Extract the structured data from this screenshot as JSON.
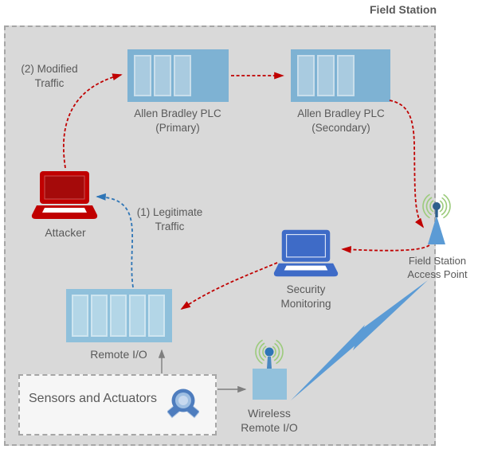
{
  "title": "Field Station",
  "annotations": {
    "modified_traffic": "(2) Modified Traffic",
    "legitimate_traffic": "(1) Legitimate Traffic"
  },
  "nodes": {
    "plc_primary": {
      "label": "Allen Bradley PLC",
      "sublabel": "(Primary)"
    },
    "plc_secondary": {
      "label": "Allen Bradley PLC",
      "sublabel": "(Secondary)"
    },
    "attacker": {
      "label": "Attacker"
    },
    "security_monitoring": {
      "label": "Security Monitoring"
    },
    "remote_io": {
      "label": "Remote I/O"
    },
    "sensors_actuators": {
      "label": "Sensors and Actuators"
    },
    "wireless_remote_io": {
      "label": "Wireless Remote I/O"
    },
    "access_point": {
      "label": "Field Station Access Point"
    }
  },
  "connections": [
    {
      "id": "attacker-to-plc-primary",
      "from": "attacker",
      "to": "plc_primary",
      "style": "dashed",
      "color": "#C00000",
      "label": "(2) Modified Traffic"
    },
    {
      "id": "plc-primary-to-plc-secondary",
      "from": "plc_primary",
      "to": "plc_secondary",
      "style": "dashed",
      "color": "#C00000"
    },
    {
      "id": "plc-secondary-to-access-point",
      "from": "plc_secondary",
      "to": "access_point",
      "style": "dashed",
      "color": "#C00000"
    },
    {
      "id": "access-point-to-security-monitoring",
      "from": "access_point",
      "to": "security_monitoring",
      "style": "dashed",
      "color": "#C00000"
    },
    {
      "id": "security-monitoring-to-remote-io",
      "from": "security_monitoring",
      "to": "remote_io",
      "style": "dashed",
      "color": "#C00000"
    },
    {
      "id": "remote-io-to-attacker",
      "from": "remote_io",
      "to": "attacker",
      "style": "dashed",
      "color": "#2E75B6",
      "label": "(1) Legitimate Traffic"
    },
    {
      "id": "sensors-to-remote-io",
      "from": "sensors_actuators",
      "to": "remote_io",
      "style": "solid",
      "color": "#7F7F7F"
    },
    {
      "id": "sensors-to-wireless-remote-io",
      "from": "sensors_actuators",
      "to": "wireless_remote_io",
      "style": "solid",
      "color": "#7F7F7F"
    },
    {
      "id": "wireless-remote-io-to-access-point",
      "from": "wireless_remote_io",
      "to": "access_point",
      "style": "lightning",
      "color": "#5B9BD5"
    }
  ],
  "colors": {
    "attack_red": "#C00000",
    "legitimate_blue": "#2E75B6",
    "plc_blue": "#7EB2D3",
    "io_blue": "#8FC0DB",
    "monitor_blue": "#3E6BC7",
    "wireless_link_blue": "#5B9BD5",
    "wifi_green": "#9CCB7C",
    "station_background": "#D9D9D9",
    "text_gray": "#595959",
    "arrow_gray": "#7F7F7F"
  }
}
